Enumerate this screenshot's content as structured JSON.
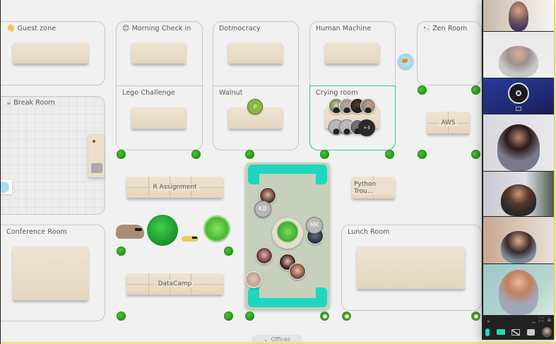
{
  "rooms": {
    "guest_zone": {
      "label": "Guest zone",
      "emoji": "👋"
    },
    "morning_check_in": {
      "label": "Morning Check in",
      "emoji": "😊"
    },
    "dotmocracy": {
      "label": "Dotmocracy"
    },
    "human_machine": {
      "label": "Human Machine"
    },
    "zen_room": {
      "label": "Zen Room",
      "emoji": "🛀"
    },
    "break_room": {
      "label": "Break Room",
      "emoji": "☕"
    },
    "lego_challenge": {
      "label": "Lego Challenge"
    },
    "walnut": {
      "label": "Walnut"
    },
    "crying_room": {
      "label": "Crying room"
    },
    "conference_room": {
      "label": "Conference Room"
    },
    "lunch_room": {
      "label": "Lunch Room"
    }
  },
  "tables": {
    "aws": "AWS",
    "r_assignment": "R Assignment",
    "python": "Python Trou...",
    "datacamp": "DataCamp"
  },
  "avatars": {
    "walnut_p": "P",
    "kb": "KB",
    "mk": "MK",
    "crying_overflow": "+4"
  },
  "bottom_bar": {
    "offices_label": "Offices",
    "chevron": "⌄"
  },
  "video_panel": {
    "tiles": [
      {
        "id": "tile-1",
        "kind": "camera"
      },
      {
        "id": "tile-2",
        "kind": "camera"
      },
      {
        "id": "tile-3",
        "kind": "obs-screen"
      },
      {
        "id": "tile-4",
        "kind": "camera"
      },
      {
        "id": "tile-5",
        "kind": "camera"
      },
      {
        "id": "tile-6",
        "kind": "camera"
      },
      {
        "id": "tile-7",
        "kind": "camera"
      }
    ],
    "controls": {
      "collapse": "⌄",
      "minimize": "_",
      "fullscreen": "⛶",
      "home": "⌂"
    }
  },
  "colors": {
    "accent_teal": "#1fd6c0",
    "active_border": "#3bbfad",
    "highlight_strip": "#f1e26e",
    "panel_bg": "#222222"
  }
}
